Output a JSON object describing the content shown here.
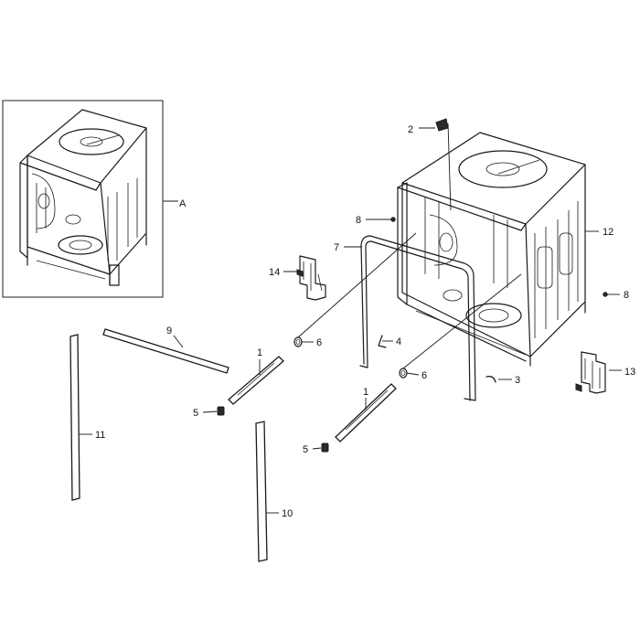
{
  "callouts": {
    "c1a": "1",
    "c1b": "1",
    "c2": "2",
    "c3": "3",
    "c4": "4",
    "c5a": "5",
    "c5b": "5",
    "c6a": "6",
    "c6b": "6",
    "c7": "7",
    "c8a": "8",
    "c8b": "8",
    "c9": "9",
    "c10": "10",
    "c11": "11",
    "c12": "12",
    "c13": "13",
    "c14": "14",
    "cA": "A"
  },
  "colors": {
    "line": "#1a1a1a",
    "background": "#ffffff"
  }
}
